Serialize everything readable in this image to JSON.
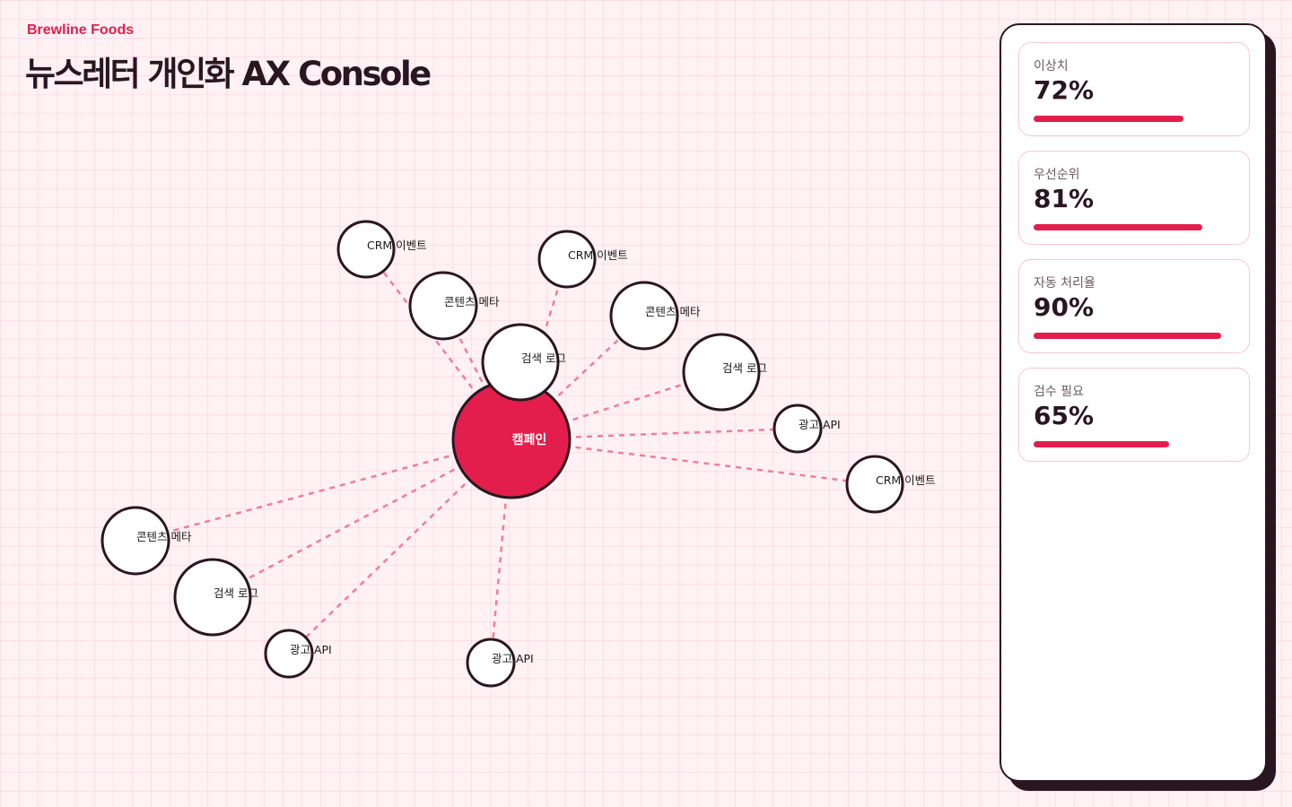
{
  "header": {
    "brand": "Brewline Foods",
    "title": "뉴스레터 개인화 AX Console"
  },
  "graph": {
    "hub": {
      "label": "캠페인",
      "color": "#e41e4c"
    },
    "edge_color": "#ef7d9c",
    "nodes": [
      {
        "id": "n1",
        "label": "CRM 이벤트"
      },
      {
        "id": "n2",
        "label": "콘텐츠 메타"
      },
      {
        "id": "n3",
        "label": "CRM 이벤트"
      },
      {
        "id": "n4",
        "label": "콘텐츠 메타"
      },
      {
        "id": "n5",
        "label": "검색 로그"
      },
      {
        "id": "n6",
        "label": "검색 로그"
      },
      {
        "id": "n7",
        "label": "광고 API"
      },
      {
        "id": "n8",
        "label": "CRM 이벤트"
      },
      {
        "id": "n9",
        "label": "콘텐츠 메타"
      },
      {
        "id": "n10",
        "label": "검색 로그"
      },
      {
        "id": "n11",
        "label": "광고 API"
      },
      {
        "id": "n12",
        "label": "광고 API"
      }
    ]
  },
  "metrics": [
    {
      "label": "이상치",
      "value": "72%",
      "level": 0.72
    },
    {
      "label": "우선순위",
      "value": "81%",
      "level": 0.81
    },
    {
      "label": "자동 처리율",
      "value": "90%",
      "level": 0.9
    },
    {
      "label": "검수 필요",
      "value": "65%",
      "level": 0.65
    }
  ],
  "colors": {
    "accent": "#e41e4c",
    "ink": "#2a1620",
    "background": "#fff1f4"
  }
}
